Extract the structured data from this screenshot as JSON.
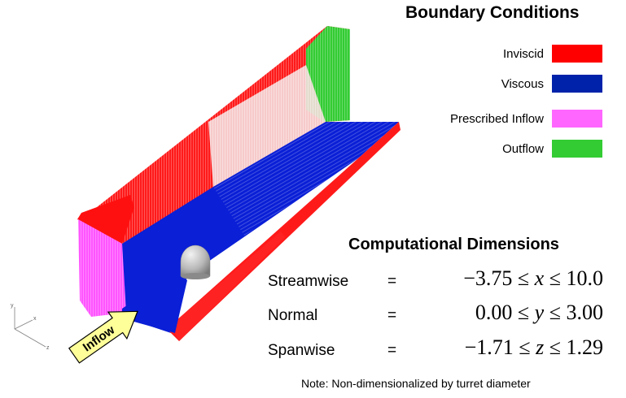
{
  "legend": {
    "title": "Boundary Conditions",
    "items": [
      {
        "label": "Inviscid",
        "color": "#ff0000"
      },
      {
        "label": "Viscous",
        "color": "#0022aa"
      },
      {
        "label": "Prescribed Inflow",
        "color": "#ff66ff"
      },
      {
        "label": "Outflow",
        "color": "#33cc33"
      }
    ]
  },
  "dimensions": {
    "title": "Computational Dimensions",
    "rows": [
      {
        "name": "Streamwise",
        "eq": "=",
        "lo": "−3.75",
        "op1": " ≤ ",
        "var": "x",
        "op2": " ≤ ",
        "hi": "10.0"
      },
      {
        "name": "Normal",
        "eq": "=",
        "lo": "0.00",
        "op1": " ≤ ",
        "var": "y",
        "op2": " ≤ ",
        "hi": "3.00"
      },
      {
        "name": "Spanwise",
        "eq": "=",
        "lo": "−1.71",
        "op1": " ≤ ",
        "var": "z",
        "op2": " ≤ ",
        "hi": "1.29"
      }
    ],
    "note": "Note: Non-dimensionalized by turret diameter"
  },
  "diagram": {
    "inflow_label": "Inflow",
    "axis_labels": {
      "x": "x",
      "y": "y",
      "z": "z"
    },
    "colors": {
      "grid_line": "#ffffff",
      "turret": "#b0b0b0",
      "arrow_fill": "#ffff99",
      "arrow_stroke": "#000000"
    }
  }
}
